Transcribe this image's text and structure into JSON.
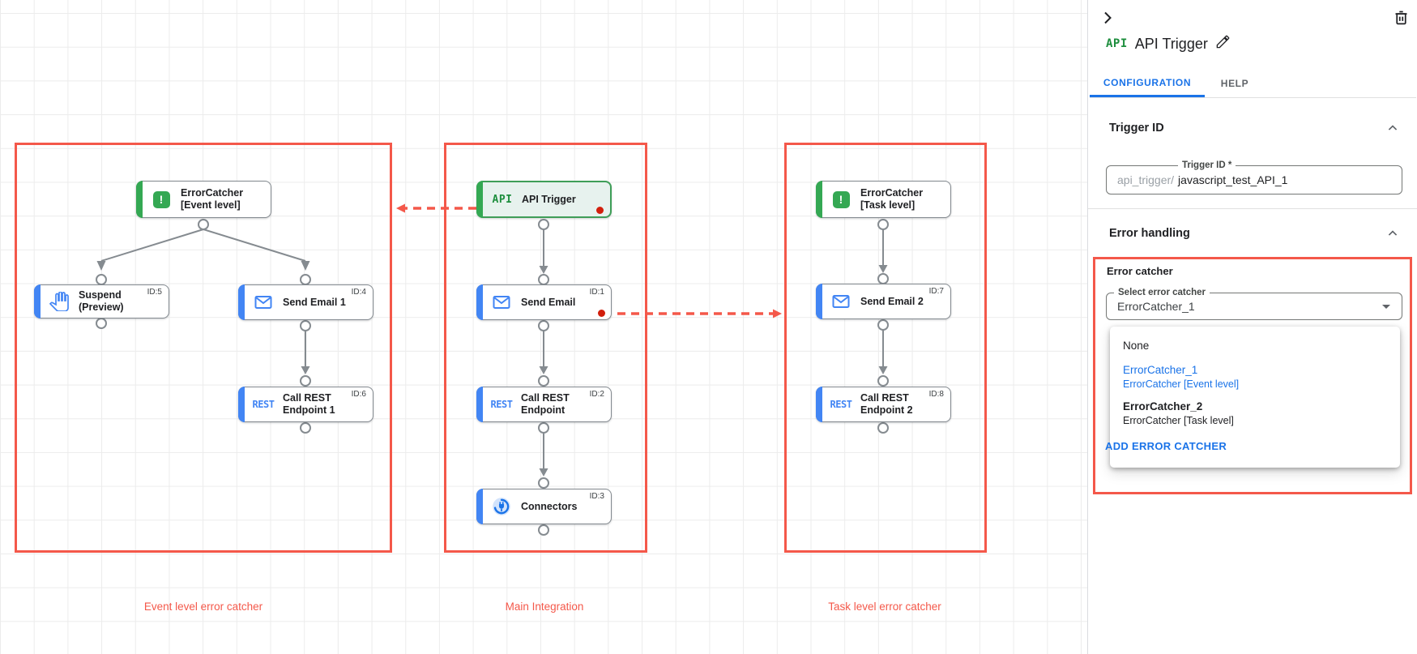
{
  "colors": {
    "accent_red": "#f4584a",
    "node_blue": "#4285f4",
    "node_green": "#34a853",
    "link_blue": "#1a73e8",
    "dot_red": "#d21f0c"
  },
  "canvas": {
    "group_labels": [
      "Event level error catcher",
      "Main Integration",
      "Task level error catcher"
    ],
    "badges": {
      "api": "API",
      "rest": "REST",
      "error": "!"
    },
    "nodes": {
      "ec_event": {
        "line1": "ErrorCatcher",
        "line2": "[Event level]"
      },
      "suspend": {
        "line1": "Suspend",
        "line2": "(Preview)",
        "id": "ID:5"
      },
      "send_email_1": {
        "line1": "Send Email 1",
        "id": "ID:4"
      },
      "call_rest_1": {
        "line1": "Call REST",
        "line2": "Endpoint 1",
        "id": "ID:6"
      },
      "api_trigger": {
        "line1": "API Trigger"
      },
      "send_email": {
        "line1": "Send Email",
        "id": "ID:1"
      },
      "call_rest": {
        "line1": "Call REST",
        "line2": "Endpoint",
        "id": "ID:2"
      },
      "connectors": {
        "line1": "Connectors",
        "id": "ID:3"
      },
      "ec_task": {
        "line1": "ErrorCatcher",
        "line2": "[Task level]"
      },
      "send_email_2": {
        "line1": "Send Email 2",
        "id": "ID:7"
      },
      "call_rest_2": {
        "line1": "Call REST",
        "line2": "Endpoint 2",
        "id": "ID:8"
      }
    }
  },
  "panel": {
    "badge": "API",
    "title": "API Trigger",
    "tabs": [
      {
        "label": "CONFIGURATION"
      },
      {
        "label": "HELP"
      }
    ],
    "trigger_id": {
      "heading": "Trigger ID",
      "field_label": "Trigger ID *",
      "prefix": "api_trigger/",
      "value": "javascript_test_API_1"
    },
    "error_handling": {
      "heading": "Error handling",
      "label": "Error catcher",
      "select_label": "Select error catcher",
      "select_value": "ErrorCatcher_1",
      "menu_none": "None",
      "options": [
        {
          "name": "ErrorCatcher_1",
          "desc": "ErrorCatcher [Event level]"
        },
        {
          "name": "ErrorCatcher_2",
          "desc": "ErrorCatcher [Task level]"
        }
      ],
      "add_label": "ADD ERROR CATCHER"
    }
  }
}
